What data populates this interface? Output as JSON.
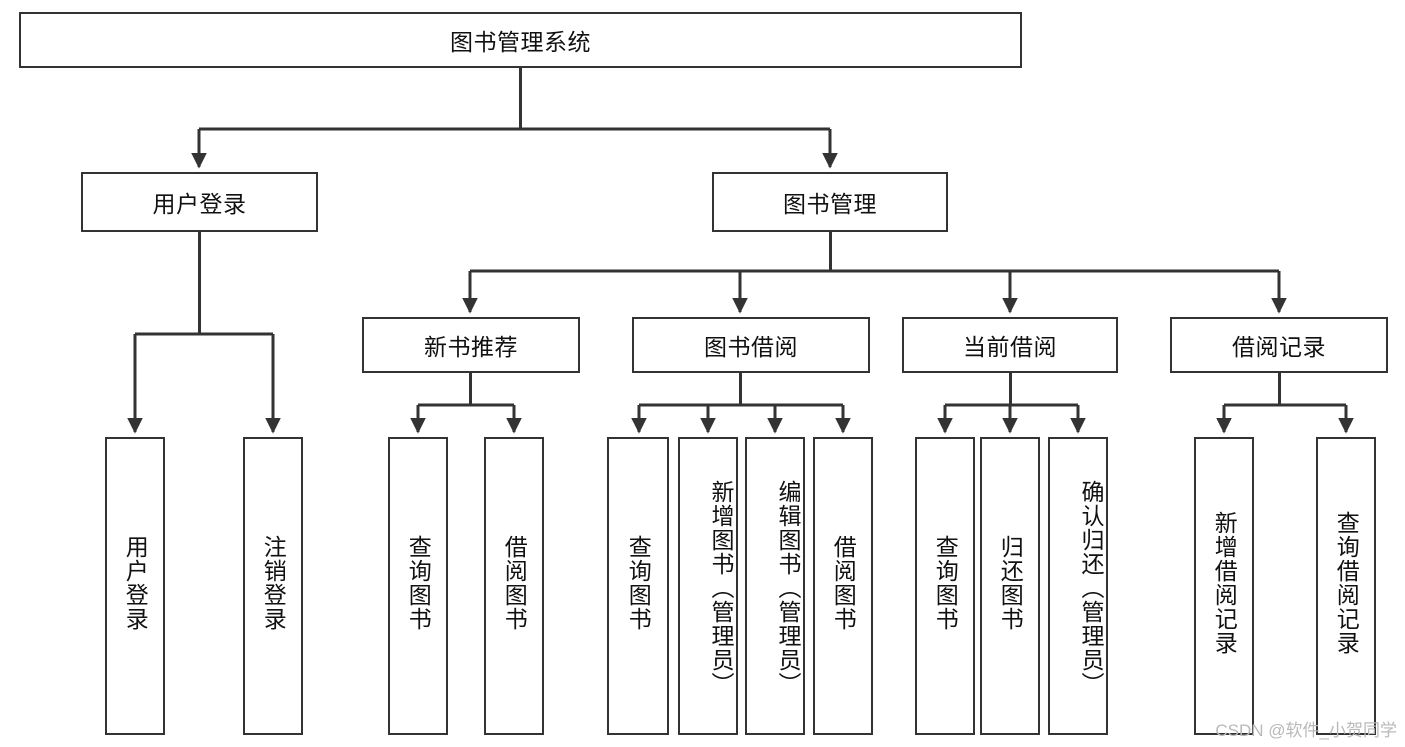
{
  "diagram": {
    "type": "tree-hierarchy-chart",
    "title": "图书管理系统",
    "watermark": "CSDN @软件_小贺同学",
    "colors": {
      "box_border": "#333333",
      "box_fill": "#ffffff",
      "connector": "#333333",
      "text": "#111111",
      "watermark": "#b9b9b9",
      "background": "#ffffff"
    },
    "root": {
      "label": "图书管理系统",
      "orientation": "horizontal"
    },
    "level2": [
      {
        "label": "用户登录",
        "orientation": "horizontal"
      },
      {
        "label": "图书管理",
        "orientation": "horizontal"
      }
    ],
    "level3": [
      {
        "label": "新书推荐",
        "orientation": "horizontal",
        "parent": "图书管理"
      },
      {
        "label": "图书借阅",
        "orientation": "horizontal",
        "parent": "图书管理"
      },
      {
        "label": "当前借阅",
        "orientation": "horizontal",
        "parent": "图书管理"
      },
      {
        "label": "借阅记录",
        "orientation": "horizontal",
        "parent": "图书管理"
      }
    ],
    "leaves": {
      "用户登录": [
        {
          "label": "用户登录",
          "orientation": "vertical"
        },
        {
          "label": "注销登录",
          "orientation": "vertical"
        }
      ],
      "新书推荐": [
        {
          "label": "查询图书",
          "orientation": "vertical"
        },
        {
          "label": "借阅图书",
          "orientation": "vertical"
        }
      ],
      "图书借阅": [
        {
          "label": "查询图书",
          "orientation": "vertical"
        },
        {
          "label": "新增图书（管理员）",
          "orientation": "vertical"
        },
        {
          "label": "编辑图书（管理员）",
          "orientation": "vertical"
        },
        {
          "label": "借阅图书",
          "orientation": "vertical"
        }
      ],
      "当前借阅": [
        {
          "label": "查询图书",
          "orientation": "vertical"
        },
        {
          "label": "归还图书",
          "orientation": "vertical"
        },
        {
          "label": "确认归还（管理员）",
          "orientation": "vertical"
        }
      ],
      "借阅记录": [
        {
          "label": "新增借阅记录",
          "orientation": "vertical"
        },
        {
          "label": "查询借阅记录",
          "orientation": "vertical"
        }
      ]
    }
  }
}
